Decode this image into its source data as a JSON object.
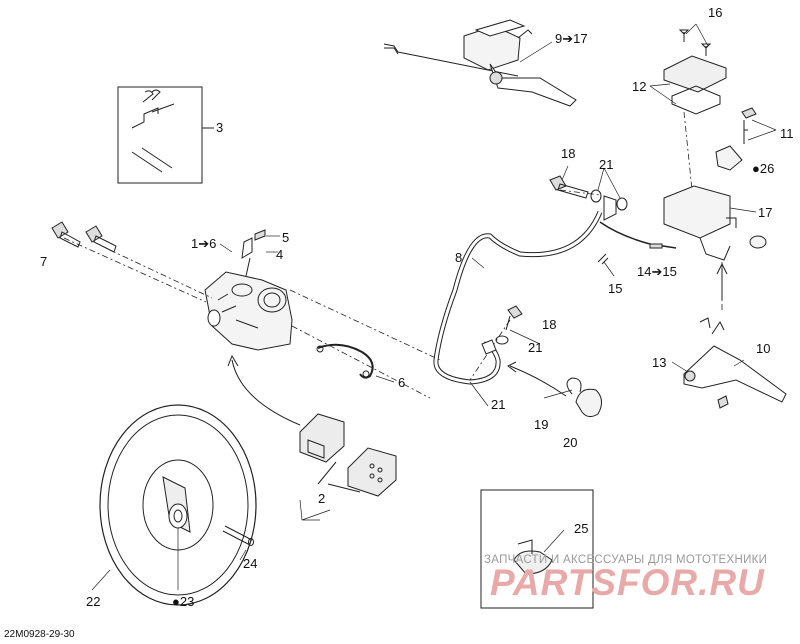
{
  "diagram_code": "22M0928-29-30",
  "labels": {
    "l1": "1➔6",
    "l2": "2",
    "l3": "3",
    "l4": "4",
    "l5": "5",
    "l6": "6",
    "l7": "7",
    "l8": "8",
    "l9": "9➔17",
    "l10": "10",
    "l11": "11",
    "l12": "12",
    "l13": "13",
    "l14": "14➔15",
    "l15": "15",
    "l16": "16",
    "l17": "17",
    "l18a": "18",
    "l18b": "18",
    "l19": "19",
    "l20": "20",
    "l21a": "21",
    "l21b": "21",
    "l21c": "21",
    "l22": "22",
    "l23": "23",
    "l24": "24",
    "l25": "25",
    "l26": "26"
  },
  "watermark": {
    "text": "ЗАПЧАСТИ И АКСЕССУАРЫ ДЛЯ МОТОТЕХНИКИ",
    "logo": "PARTSFOR.RU"
  }
}
